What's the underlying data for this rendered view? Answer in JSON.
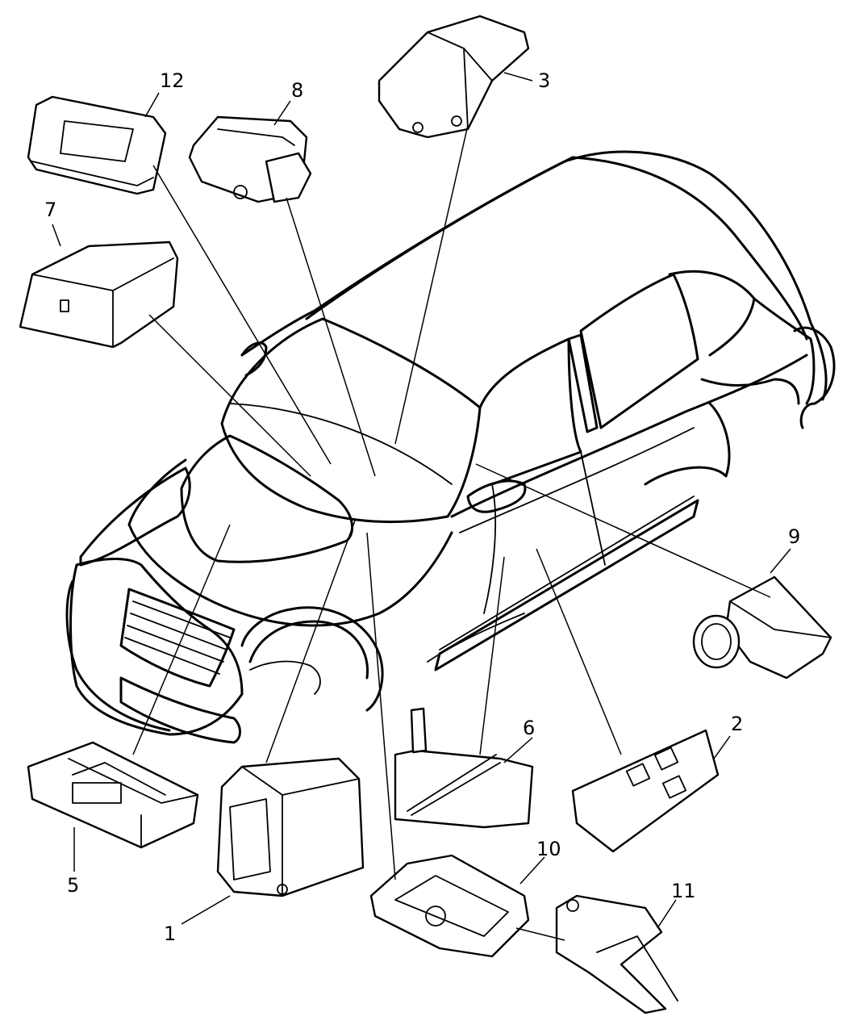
{
  "diagram": {
    "callouts": [
      {
        "id": "1",
        "text": "1"
      },
      {
        "id": "2",
        "text": "2"
      },
      {
        "id": "3",
        "text": "3"
      },
      {
        "id": "5",
        "text": "5"
      },
      {
        "id": "6",
        "text": "6"
      },
      {
        "id": "7",
        "text": "7"
      },
      {
        "id": "8",
        "text": "8"
      },
      {
        "id": "9",
        "text": "9"
      },
      {
        "id": "10",
        "text": "10"
      },
      {
        "id": "11",
        "text": "11"
      },
      {
        "id": "12",
        "text": "12"
      }
    ]
  }
}
